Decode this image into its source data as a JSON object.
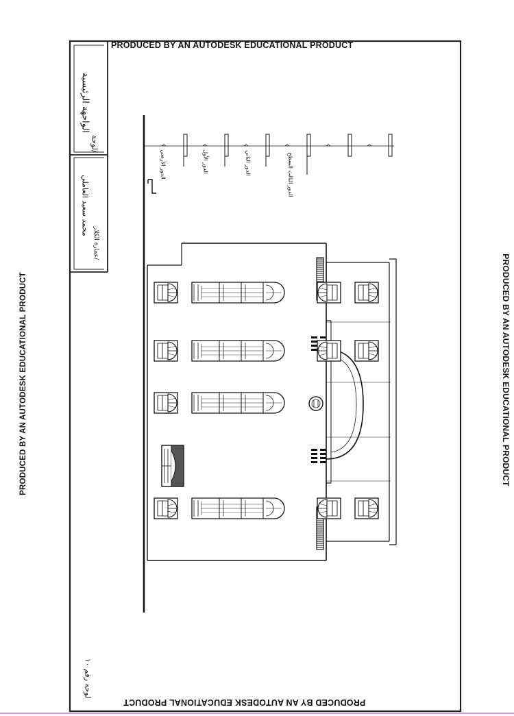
{
  "watermark": {
    "top": "PRODUCED BY AN AUTODESK EDUCATIONAL PRODUCT",
    "bottom": "PRODUCED BY AN AUTODESK EDUCATIONAL PRODUCT",
    "left": "PRODUCED BY AN AUTODESK EDUCATIONAL PRODUCT",
    "right": "PRODUCED BY AN AUTODESK EDUCATIONAL PRODUCT"
  },
  "title_block": {
    "sheet_label": "لوحة/",
    "sheet_title": "الواجهة الرئيسية",
    "drawn_label": "عمارة الكلار/",
    "drawn_by": "محمد سعيد العاملي",
    "sheet_number": "لوحة رقم ١٠"
  },
  "levels": [
    "الدور الأرضي",
    "الدور الأول",
    "الدور الثاني",
    "الدور الثالث السطح"
  ]
}
